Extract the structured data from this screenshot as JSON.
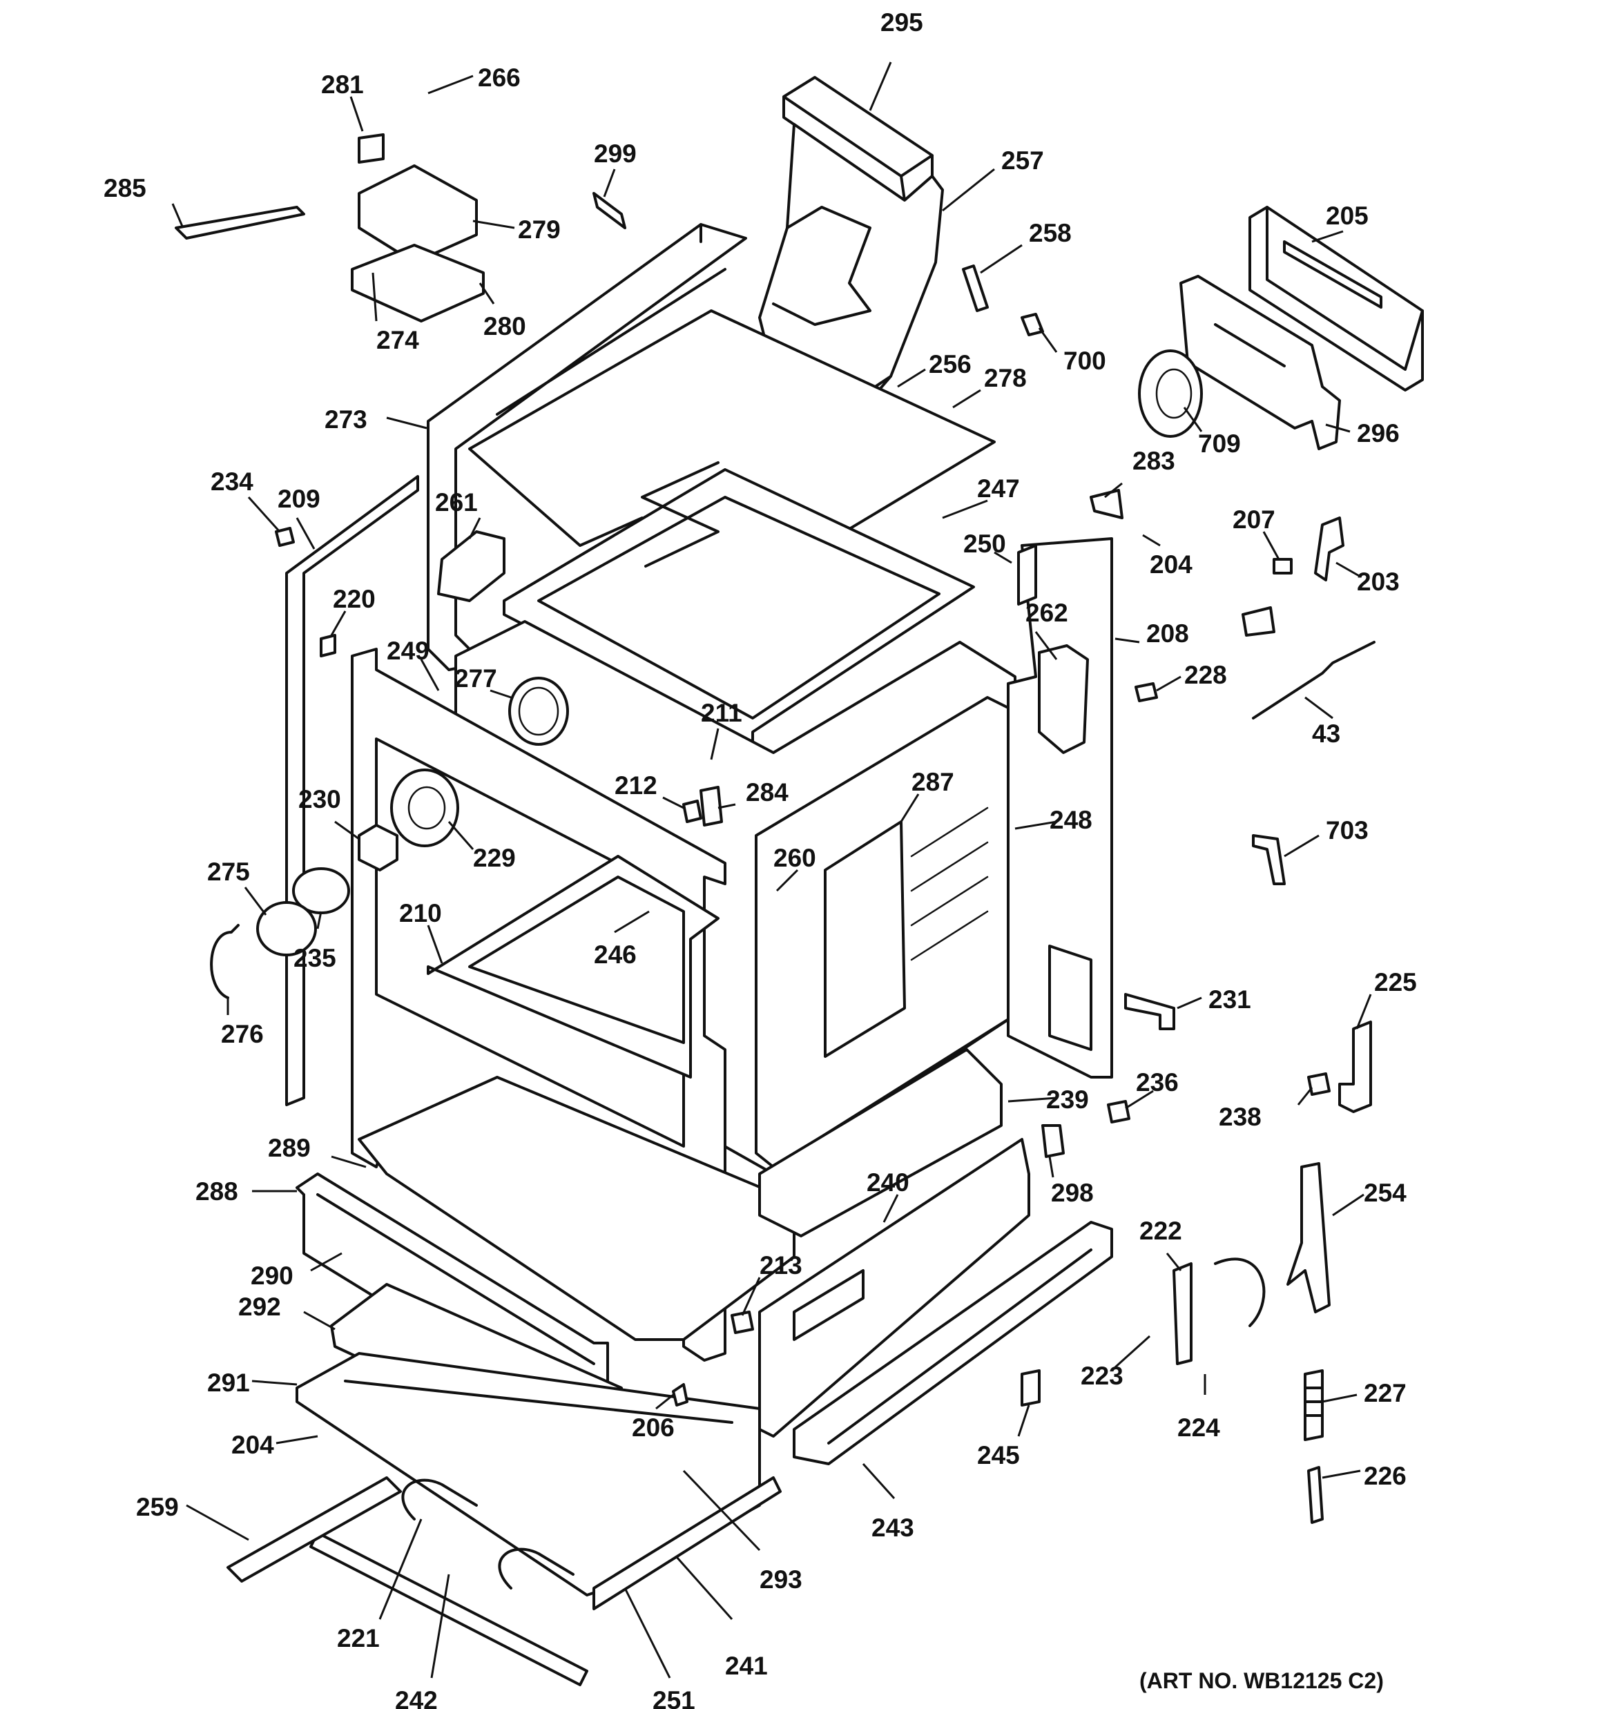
{
  "art_number": "(ART NO. WB12125 C2)",
  "labels": [
    {
      "id": "295",
      "text": "295"
    },
    {
      "id": "281",
      "text": "281"
    },
    {
      "id": "266",
      "text": "266"
    },
    {
      "id": "299",
      "text": "299"
    },
    {
      "id": "257",
      "text": "257"
    },
    {
      "id": "285",
      "text": "285"
    },
    {
      "id": "279",
      "text": "279"
    },
    {
      "id": "205",
      "text": "205"
    },
    {
      "id": "258",
      "text": "258"
    },
    {
      "id": "274",
      "text": "274"
    },
    {
      "id": "280",
      "text": "280"
    },
    {
      "id": "700",
      "text": "700"
    },
    {
      "id": "256",
      "text": "256"
    },
    {
      "id": "278",
      "text": "278"
    },
    {
      "id": "273",
      "text": "273"
    },
    {
      "id": "296",
      "text": "296"
    },
    {
      "id": "709",
      "text": "709"
    },
    {
      "id": "283",
      "text": "283"
    },
    {
      "id": "234",
      "text": "234"
    },
    {
      "id": "209",
      "text": "209"
    },
    {
      "id": "261",
      "text": "261"
    },
    {
      "id": "247",
      "text": "247"
    },
    {
      "id": "207",
      "text": "207"
    },
    {
      "id": "250",
      "text": "250"
    },
    {
      "id": "204a",
      "text": "204"
    },
    {
      "id": "203",
      "text": "203"
    },
    {
      "id": "220",
      "text": "220"
    },
    {
      "id": "262",
      "text": "262"
    },
    {
      "id": "208",
      "text": "208"
    },
    {
      "id": "249",
      "text": "249"
    },
    {
      "id": "277",
      "text": "277"
    },
    {
      "id": "228",
      "text": "228"
    },
    {
      "id": "211",
      "text": "211"
    },
    {
      "id": "43",
      "text": "43"
    },
    {
      "id": "287",
      "text": "287"
    },
    {
      "id": "212",
      "text": "212"
    },
    {
      "id": "284",
      "text": "284"
    },
    {
      "id": "230",
      "text": "230"
    },
    {
      "id": "248",
      "text": "248"
    },
    {
      "id": "229",
      "text": "229"
    },
    {
      "id": "703",
      "text": "703"
    },
    {
      "id": "275",
      "text": "275"
    },
    {
      "id": "260",
      "text": "260"
    },
    {
      "id": "210",
      "text": "210"
    },
    {
      "id": "246",
      "text": "246"
    },
    {
      "id": "235",
      "text": "235"
    },
    {
      "id": "231",
      "text": "231"
    },
    {
      "id": "225",
      "text": "225"
    },
    {
      "id": "276",
      "text": "276"
    },
    {
      "id": "236",
      "text": "236"
    },
    {
      "id": "239",
      "text": "239"
    },
    {
      "id": "238",
      "text": "238"
    },
    {
      "id": "289",
      "text": "289"
    },
    {
      "id": "298",
      "text": "298"
    },
    {
      "id": "240",
      "text": "240"
    },
    {
      "id": "288",
      "text": "288"
    },
    {
      "id": "254",
      "text": "254"
    },
    {
      "id": "222",
      "text": "222"
    },
    {
      "id": "290",
      "text": "290"
    },
    {
      "id": "213",
      "text": "213"
    },
    {
      "id": "292",
      "text": "292"
    },
    {
      "id": "223",
      "text": "223"
    },
    {
      "id": "227",
      "text": "227"
    },
    {
      "id": "291",
      "text": "291"
    },
    {
      "id": "206",
      "text": "206"
    },
    {
      "id": "224",
      "text": "224"
    },
    {
      "id": "204b",
      "text": "204"
    },
    {
      "id": "245",
      "text": "245"
    },
    {
      "id": "226",
      "text": "226"
    },
    {
      "id": "259",
      "text": "259"
    },
    {
      "id": "243",
      "text": "243"
    },
    {
      "id": "293",
      "text": "293"
    },
    {
      "id": "221",
      "text": "221"
    },
    {
      "id": "241",
      "text": "241"
    },
    {
      "id": "242",
      "text": "242"
    },
    {
      "id": "251",
      "text": "251"
    }
  ]
}
